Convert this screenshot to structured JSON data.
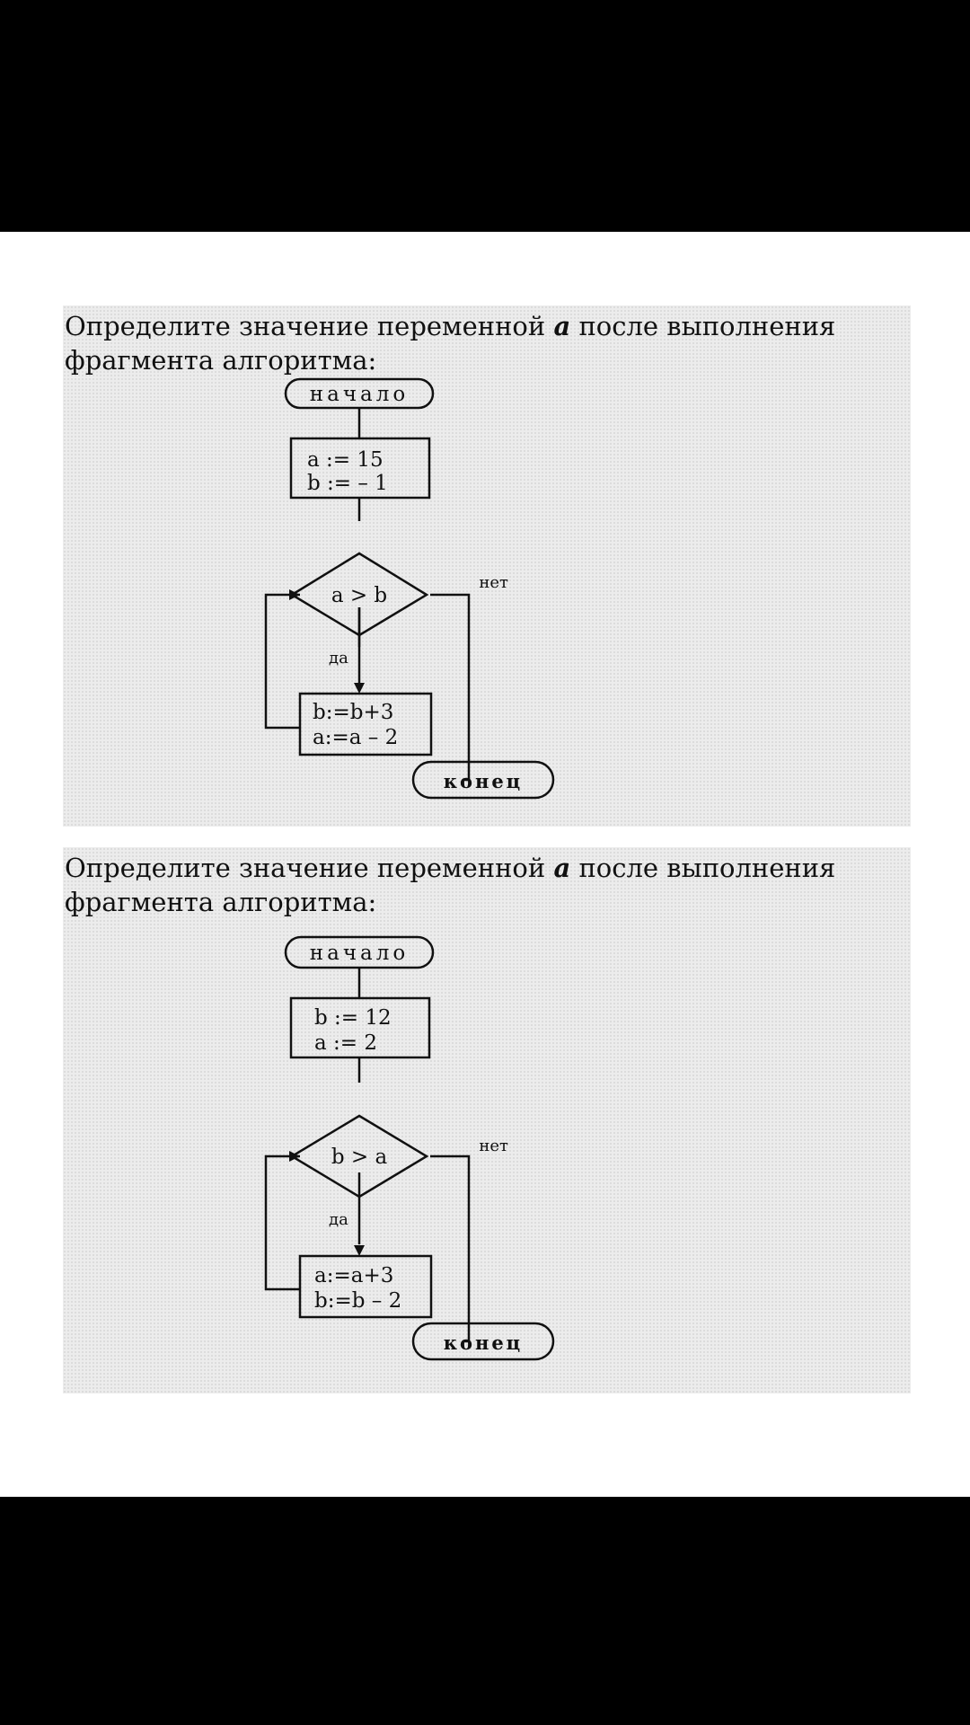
{
  "tasks": [
    {
      "question": {
        "before": "Определите значение переменной ",
        "variable": "a",
        "after": " после выполнения фрагмента алгоритма:"
      },
      "flowchart": {
        "start": "начало",
        "init": [
          "a := 15",
          "b := – 1"
        ],
        "condition": "a > b",
        "yes": "да",
        "no": "нет",
        "body": [
          "b:=b+3",
          "a:=a – 2"
        ],
        "end": "конец"
      }
    },
    {
      "question": {
        "before": "Определите значение переменной ",
        "variable": "a",
        "after": " после выполнения фрагмента алгоритма:"
      },
      "flowchart": {
        "start": "начало",
        "init": [
          "b := 12",
          "a := 2"
        ],
        "condition": "b > a",
        "yes": "да",
        "no": "нет",
        "body": [
          "a:=a+3",
          "b:=b – 2"
        ],
        "end": "конец"
      }
    }
  ]
}
